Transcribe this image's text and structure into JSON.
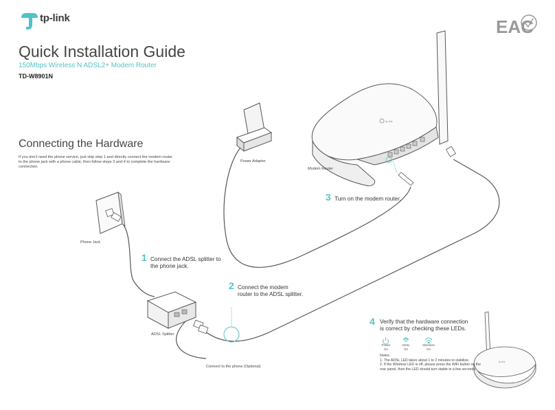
{
  "brand": {
    "logo_text": "tp-link",
    "cert_mark": "EAC"
  },
  "header": {
    "title": "Quick Installation Guide",
    "subtitle": "150Mbps Wireless N ADSL2+ Modem Router",
    "model": "TD-W8901N"
  },
  "section": {
    "title": "Connecting the Hardware",
    "description": "If you don't need the phone service, just skip step 1 and directly connect the modem router to the phone jack with a phone cable, then follow steps 3 and 4 to complete the hardware connection."
  },
  "labels": {
    "power_adapter": "Power Adapter",
    "modem_router": "Modem Router",
    "phone_jack": "Phone Jack",
    "adsl_splitter": "ADSL Splitter",
    "connect_phone": "Connect to the phone (Optional)"
  },
  "steps": [
    {
      "number": "1",
      "text_line1": "Connect the ADSL splitter to",
      "text_line2": "the phone jack."
    },
    {
      "number": "2",
      "text_line1": "Connect the modem",
      "text_line2": "router to the ADSL splitter."
    },
    {
      "number": "3",
      "text_line1": "Turn on the modem router.",
      "text_line2": ""
    },
    {
      "number": "4",
      "text_line1": "Verify that the hardware connection",
      "text_line2": "is correct by checking these LEDs."
    }
  ],
  "leds": [
    {
      "name": "Power",
      "state": "On",
      "icon": "power-icon"
    },
    {
      "name": "ADSL",
      "state": "On",
      "icon": "adsl-icon"
    },
    {
      "name": "Wireless",
      "state": "On",
      "icon": "wireless-icon"
    }
  ],
  "notes": {
    "heading": "Notes:",
    "note1": "1. The ADSL LED takes about 1 to 2 minutes to stabilize.",
    "note2": "2. If the Wireless LED is off, please press the WiFi button on the rear panel, then the LED should turn stable in a few seconds."
  },
  "colors": {
    "accent": "#56c1c4",
    "line": "#555555"
  }
}
